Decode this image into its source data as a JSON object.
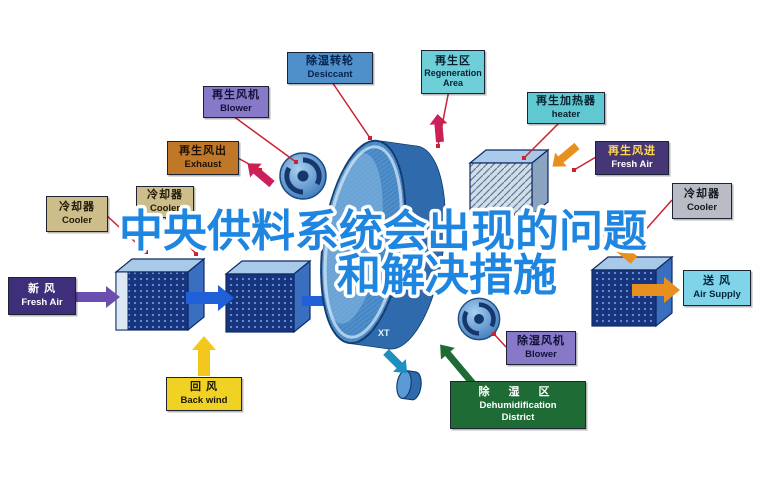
{
  "title": {
    "line1": "中央供料系统会出现的问题",
    "line2": "和解决措施"
  },
  "wheel": {
    "mark": "XT"
  },
  "labels": {
    "desiccant": {
      "zh": "除湿转轮",
      "en": "Desiccant"
    },
    "regen_area": {
      "zh": "再生区",
      "en": "Regeneration Area"
    },
    "regen_blower": {
      "zh": "再生风机",
      "en": "Blower"
    },
    "heater": {
      "zh": "再生加热器",
      "en": "heater"
    },
    "exhaust": {
      "zh": "再生风出",
      "en": "Exhaust"
    },
    "regen_fresh": {
      "zh": "再生风进",
      "en": "Fresh Air"
    },
    "cooler_left": {
      "zh": "冷却器",
      "en": "Cooler"
    },
    "cooler_mid": {
      "zh": "冷却器",
      "en": "Cooler"
    },
    "cooler_right": {
      "zh": "冷却器",
      "en": "Cooler"
    },
    "fresh_air": {
      "zh": "新 风",
      "en": "Fresh Air"
    },
    "air_supply": {
      "zh": "送 风",
      "en": "Air Supply"
    },
    "back_wind": {
      "zh": "回 风",
      "en": "Back wind"
    },
    "humid_blower": {
      "zh": "除湿风机",
      "en": "Blower"
    },
    "humid_district": {
      "zh": "除 湿 区",
      "en1": "Dehumidification",
      "en2": "District"
    }
  },
  "colors": {
    "title_blue": "#1e86e0",
    "connector_red": "#cc2233",
    "arrow_blue": "#1f5fd8",
    "arrow_purple": "#6a4fae",
    "arrow_orange": "#e8901f",
    "arrow_yellow": "#f2c81f",
    "arrow_magenta": "#cc1f5e",
    "arrow_green": "#1f6b35",
    "arrow_teal": "#1f8fc0",
    "wheel_blue": "#4f8fca"
  }
}
